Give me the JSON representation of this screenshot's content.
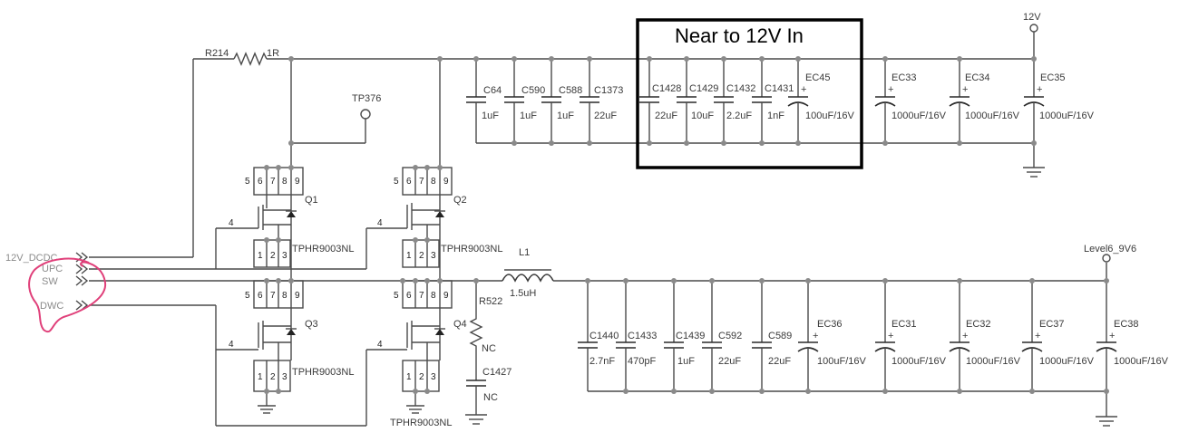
{
  "annotation": "Near to 12V In",
  "power_nets": {
    "top": "12V",
    "bottom": "Level6_9V6"
  },
  "input_nets": [
    "12V_DCDC",
    "UPC",
    "SW",
    "DWC"
  ],
  "resistor_top": {
    "ref": "R214",
    "value": "1R"
  },
  "test_point": "TP376",
  "top_caps": [
    {
      "ref": "C64",
      "value": "1uF"
    },
    {
      "ref": "C590",
      "value": "1uF"
    },
    {
      "ref": "C588",
      "value": "1uF"
    },
    {
      "ref": "C1373",
      "value": "22uF"
    },
    {
      "ref": "C1428",
      "value": "22uF"
    },
    {
      "ref": "C1429",
      "value": "10uF"
    },
    {
      "ref": "C1432",
      "value": "2.2uF"
    },
    {
      "ref": "C1431",
      "value": "1nF"
    },
    {
      "ref": "EC45",
      "value": "100uF/16V"
    },
    {
      "ref": "EC33",
      "value": "1000uF/16V"
    },
    {
      "ref": "EC34",
      "value": "1000uF/16V"
    },
    {
      "ref": "EC35",
      "value": "1000uF/16V"
    }
  ],
  "bottom_caps": [
    {
      "ref": "C1440",
      "value": "2.7nF"
    },
    {
      "ref": "C1433",
      "value": "470pF"
    },
    {
      "ref": "C1439",
      "value": "1uF"
    },
    {
      "ref": "C592",
      "value": "22uF"
    },
    {
      "ref": "C589",
      "value": "22uF"
    },
    {
      "ref": "EC36",
      "value": "100uF/16V"
    },
    {
      "ref": "EC31",
      "value": "1000uF/16V"
    },
    {
      "ref": "EC32",
      "value": "1000uF/16V"
    },
    {
      "ref": "EC37",
      "value": "1000uF/16V"
    },
    {
      "ref": "EC38",
      "value": "1000uF/16V"
    }
  ],
  "mosfets": [
    {
      "ref": "Q1",
      "part": "TPHR9003NL"
    },
    {
      "ref": "Q2",
      "part": "TPHR9003NL"
    },
    {
      "ref": "Q3",
      "part": "TPHR9003NL"
    },
    {
      "ref": "Q4",
      "part": "TPHR9003NL"
    }
  ],
  "mosfet_pins": {
    "top": [
      "5",
      "6",
      "7",
      "8",
      "9"
    ],
    "gate": "4",
    "bottom": [
      "1",
      "2",
      "3"
    ]
  },
  "inductor": {
    "ref": "L1",
    "value": "1.5uH"
  },
  "snubber": {
    "r_ref": "R522",
    "r_value": "NC",
    "c_ref": "C1427",
    "c_value": "NC"
  },
  "top_polar_marks": [
    "+",
    "+",
    "+",
    "+"
  ],
  "bottom_polar_marks": [
    "+",
    "+",
    "+",
    "+",
    "+"
  ]
}
